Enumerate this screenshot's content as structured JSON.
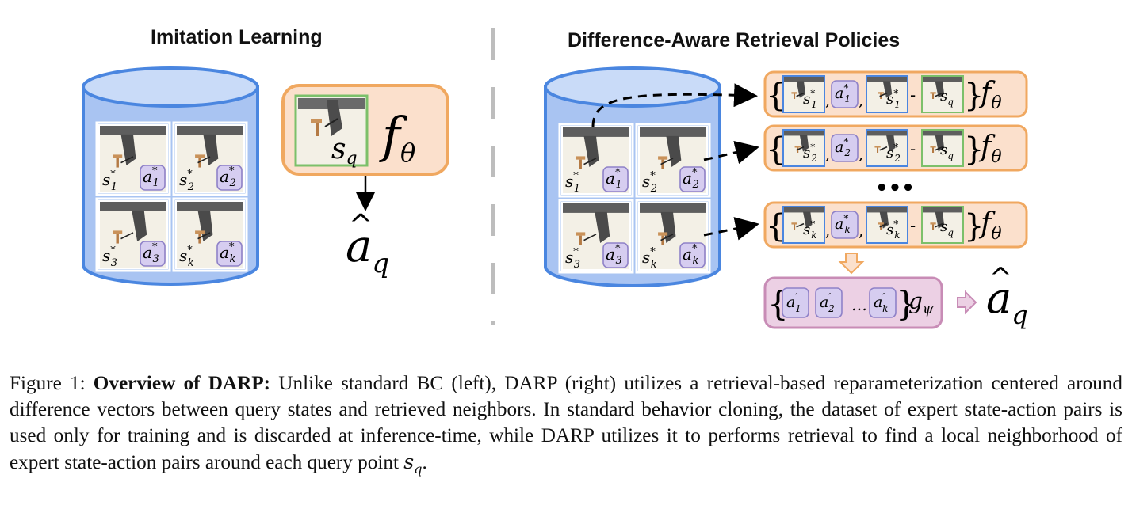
{
  "left_panel": {
    "title": "Imitation Learning",
    "database_pairs": [
      {
        "state": "s",
        "state_sub": "1",
        "action": "a",
        "action_sub": "1"
      },
      {
        "state": "s",
        "state_sub": "2",
        "action": "a",
        "action_sub": "2"
      },
      {
        "state": "s",
        "state_sub": "3",
        "action": "a",
        "action_sub": "3"
      },
      {
        "state": "s",
        "state_sub": "k",
        "action": "a",
        "action_sub": "k"
      }
    ],
    "query_state": "s",
    "query_sub": "q",
    "policy": "f",
    "policy_sub": "θ",
    "output": "a",
    "output_sub": "q"
  },
  "right_panel": {
    "title": "Difference-Aware Retrieval Policies",
    "database_pairs": [
      {
        "state": "s",
        "state_sub": "1",
        "action": "a",
        "action_sub": "1"
      },
      {
        "state": "s",
        "state_sub": "2",
        "action": "a",
        "action_sub": "2"
      },
      {
        "state": "s",
        "state_sub": "3",
        "action": "a",
        "action_sub": "3"
      },
      {
        "state": "s",
        "state_sub": "k",
        "action": "a",
        "action_sub": "k"
      }
    ],
    "retrieval_rows": [
      {
        "index": "1"
      },
      {
        "index": "2"
      },
      {
        "index": "k"
      }
    ],
    "ellipsis": "•••",
    "aggregator": {
      "items": [
        {
          "label": "a",
          "sub": "1"
        },
        {
          "label": "a",
          "sub": "2"
        },
        {
          "label": "a",
          "sub": "k"
        }
      ],
      "dots": "…",
      "name": "g",
      "name_sub": "ψ"
    },
    "output": "a",
    "output_sub": "q"
  },
  "caption": {
    "prefix": "Figure 1: ",
    "bold": "Overview of DARP:",
    "body": " Unlike standard BC (left), DARP (right) utilizes a retrieval-based reparameterization centered around difference vectors between query states and retrieved neighbors. In standard behavior cloning, the dataset of expert state-action pairs is used only for training and is discarded at inference-time, while DARP utilizes it to performs retrieval to find a local neighborhood of expert state-action pairs around each query point ",
    "math": "s",
    "math_sub": "q",
    "end": "."
  },
  "colors": {
    "db_fill": "#a9c4f2",
    "db_top": "#c9dbf8",
    "db_stroke": "#4a86e0",
    "policy_fill": "#fbe0cc",
    "policy_stroke": "#f0a860",
    "agg_fill": "#ecd0e4",
    "agg_stroke": "#c88cb6",
    "action_fill": "#d6cdf0",
    "action_stroke": "#8f82c8",
    "query_frame": "#7cc06a",
    "divider": "#bdbdbd"
  }
}
